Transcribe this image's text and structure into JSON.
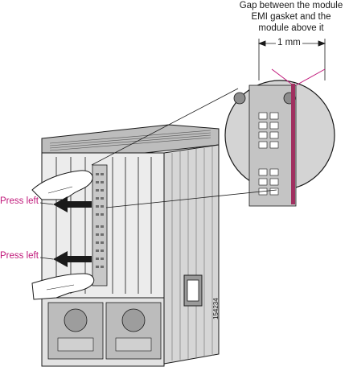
{
  "caption": {
    "line1": "Gap between the module",
    "line2": "EMI gasket and the",
    "line3": "module above it"
  },
  "dimension_label": "1 mm",
  "callouts": {
    "press_left_upper": "Press left",
    "press_left_lower": "Press left"
  },
  "figure_id": "154234",
  "colors": {
    "callout": "#c0187a",
    "line": "#1a1a1a",
    "chassis_gray": "#d9d9d9"
  }
}
